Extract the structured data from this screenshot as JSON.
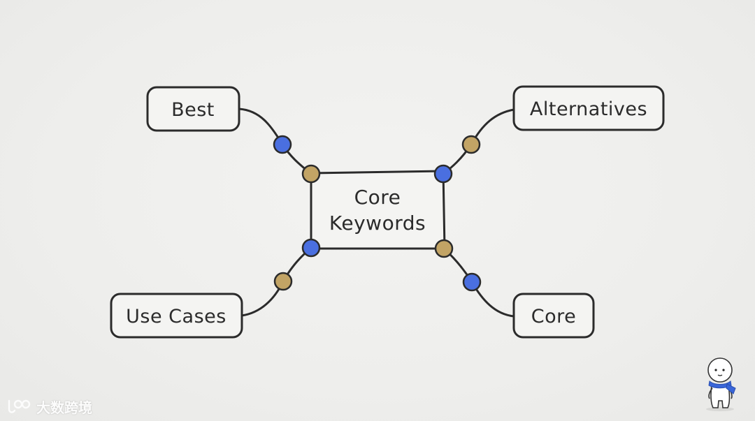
{
  "diagram": {
    "center": {
      "label_line1": "Core",
      "label_line2": "Keywords"
    },
    "branches": {
      "top_left": "Best",
      "top_right": "Alternatives",
      "bottom_left": "Use Cases",
      "bottom_right": "Core"
    }
  },
  "colors": {
    "background": "#efefed",
    "stroke": "#2b2b2b",
    "blue_dot": "#4a6fe0",
    "tan_dot": "#c2a465",
    "box_fill": "#f4f4f2",
    "mascot_scarf": "#3a66d8"
  },
  "watermark": {
    "text": "大数跨境"
  }
}
